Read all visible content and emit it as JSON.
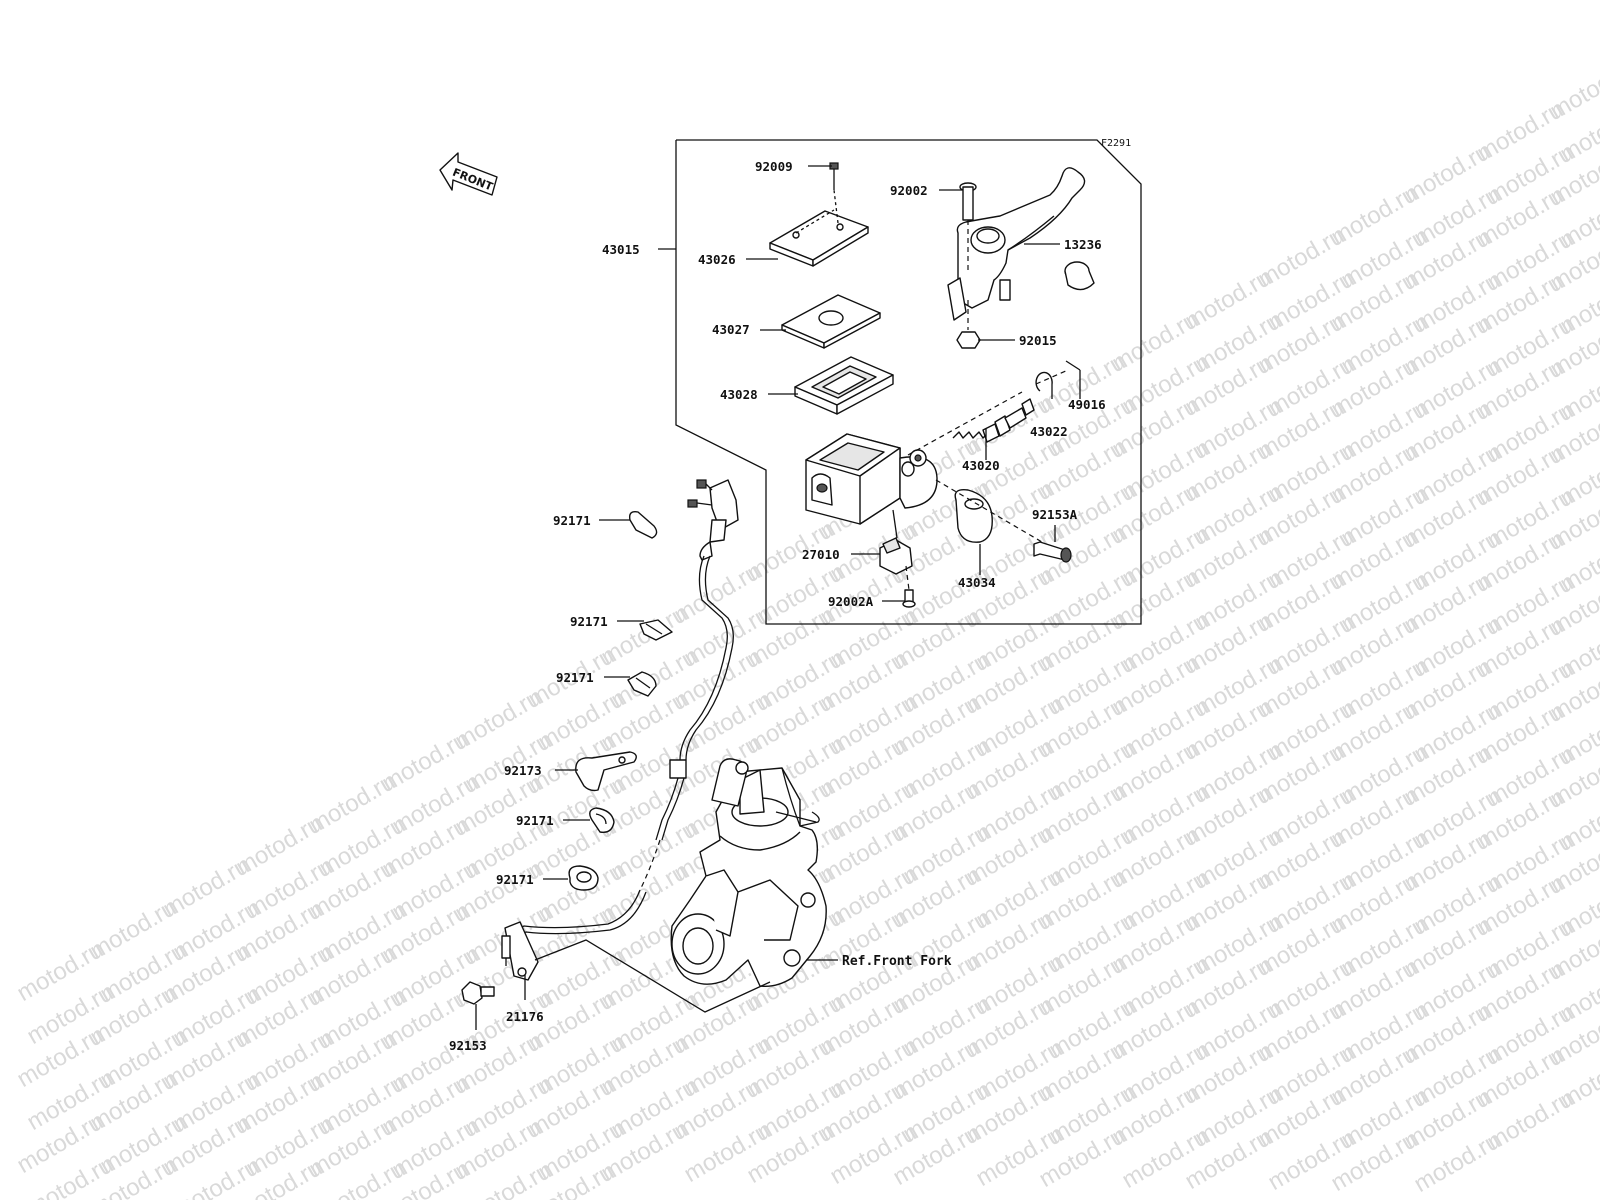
{
  "diagram_code": "F2291",
  "front_indicator": "FRONT",
  "watermark_text": "motod.ru",
  "reference": "Ref.Front Fork",
  "parts": {
    "p43015": "43015",
    "p92009": "92009",
    "p43026": "43026",
    "p43027": "43027",
    "p43028": "43028",
    "p92002": "92002",
    "p13236": "13236",
    "p92015": "92015",
    "p49016": "49016",
    "p43022": "43022",
    "p43020": "43020",
    "p92153A": "92153A",
    "p43034": "43034",
    "p27010": "27010",
    "p92002A": "92002A",
    "p92171_a": "92171",
    "p92171_b": "92171",
    "p92171_c": "92171",
    "p92173": "92173",
    "p92171_d": "92171",
    "p92171_e": "92171",
    "p21176": "21176",
    "p92153": "92153"
  }
}
